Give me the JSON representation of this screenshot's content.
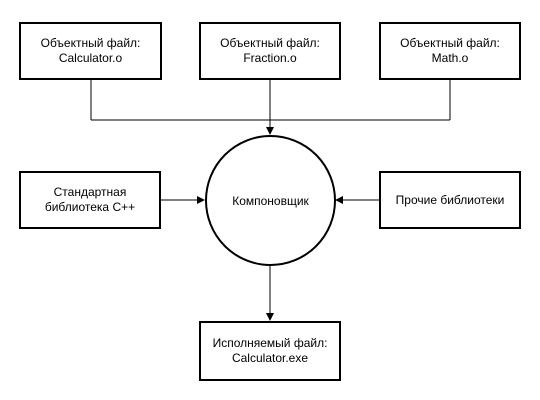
{
  "object_files": [
    {
      "line1": "Объектный файл:",
      "line2": "Calculator.o"
    },
    {
      "line1": "Объектный файл:",
      "line2": "Fraction.o"
    },
    {
      "line1": "Объектный файл:",
      "line2": "Math.o"
    }
  ],
  "linker": {
    "label": "Компоновщик"
  },
  "std_library": {
    "line1": "Стандартная",
    "line2": "библиотека C++"
  },
  "other_libraries": {
    "label": "Прочие библиотеки"
  },
  "executable": {
    "line1": "Исполняемый файл:",
    "line2": "Calculator.exe"
  },
  "colors": {
    "stroke": "#000000",
    "background": "#ffffff"
  }
}
